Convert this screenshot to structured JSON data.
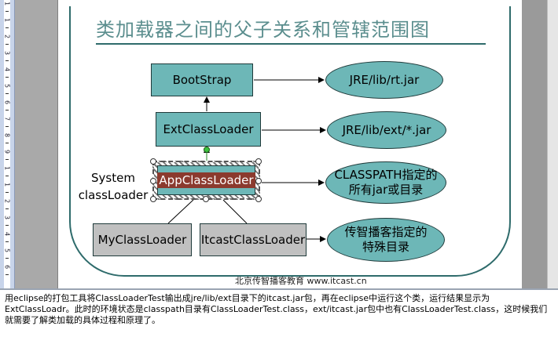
{
  "slide": {
    "title": "类加载器之间的父子关系和管辖范围图",
    "footer": "北京传智播客教育 www.itcast.cn",
    "boxes": {
      "bootstrap": "BootStrap",
      "ext": "ExtClassLoader",
      "app": "AppClassLoader",
      "my": "MyClassLoader",
      "itcast": "ItcastClassLoader"
    },
    "ovals": {
      "rt": "JRE/lib/rt.jar",
      "ext": "JRE/lib/ext/*.jar",
      "classpath_line1": "CLASSPATH指定的",
      "classpath_line2": "所有jar或目录",
      "itcast_line1": "传智播客指定的",
      "itcast_line2": "特殊目录"
    },
    "system_label_line1": "System",
    "system_label_line2": "classLoader"
  },
  "notes": "用eclipse的打包工具将ClassLoaderTest输出成jre/lib/ext目录下的itcast.jar包，再在eclipse中运行这个类，运行结果显示为ExtClassLoadr。此时的环境状态是classpath目录有ClassLoaderTest.class，ext/itcast.jar包中也有ClassLoaderTest.class，这时候我们就需要了解类加载的具体过程和原理了。",
  "ruler": {
    "numbers": [
      "1",
      "1",
      "2",
      "3",
      "4",
      "5",
      "6",
      "7",
      "8",
      "9",
      "1",
      "1",
      "2",
      "3",
      "4",
      "5",
      "6"
    ]
  }
}
